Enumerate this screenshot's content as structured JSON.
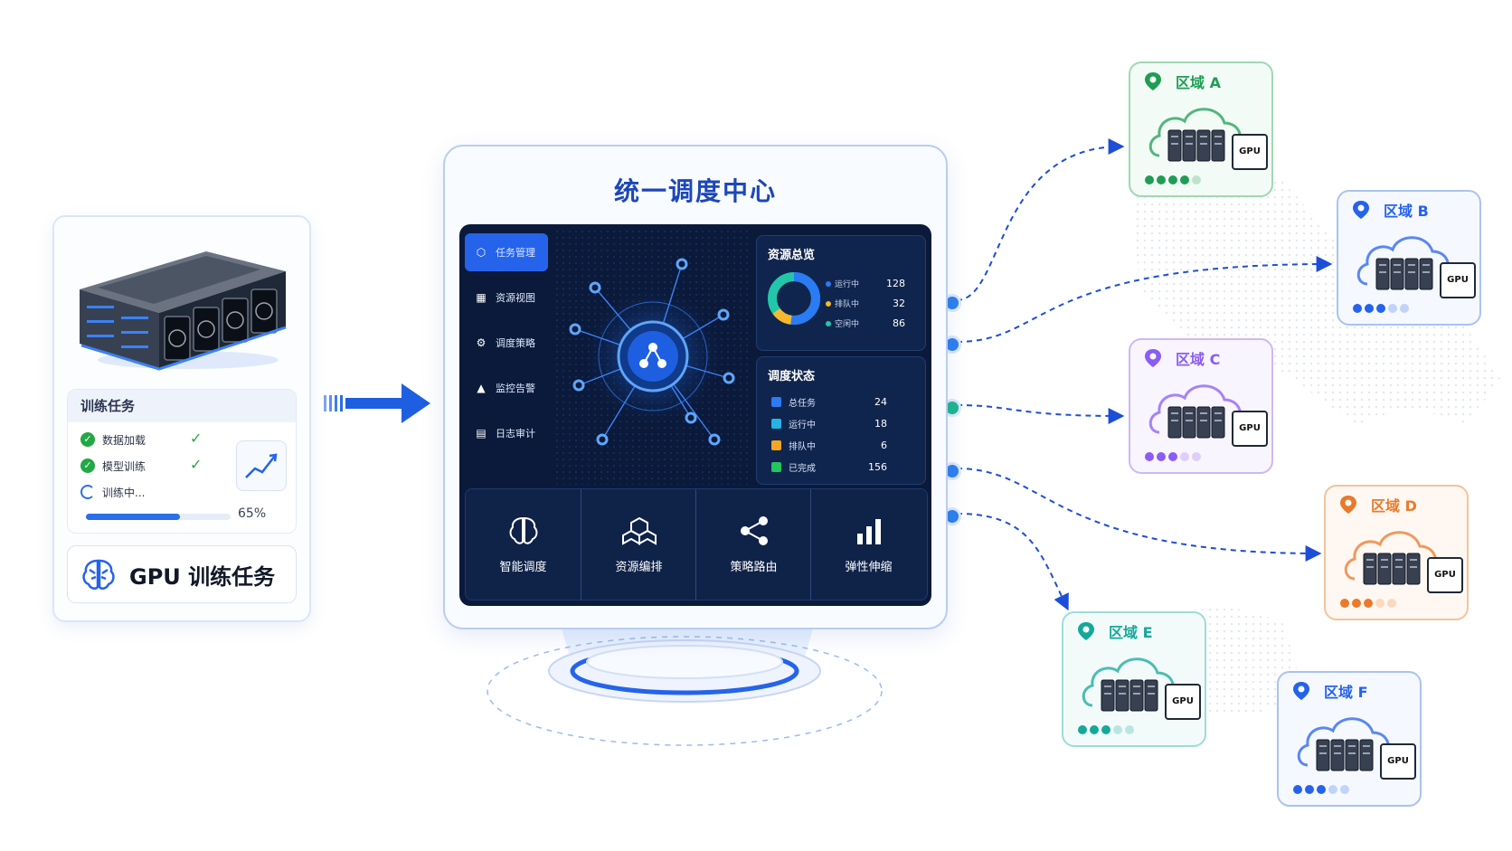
{
  "training_card": {
    "header": "训练任务",
    "steps": [
      {
        "label": "数据加载",
        "status": "done"
      },
      {
        "label": "模型训练",
        "status": "done"
      },
      {
        "label": "训练中...",
        "status": "running"
      }
    ],
    "progress": 0.65,
    "progress_label": "65%",
    "title": "GPU 训练任务"
  },
  "center": {
    "title": "统一调度中心",
    "nav": [
      {
        "label": "任务管理",
        "icon": "cube-icon",
        "active": true
      },
      {
        "label": "资源视图",
        "icon": "boxes-icon",
        "active": false
      },
      {
        "label": "调度策略",
        "icon": "settings-icon",
        "active": false
      },
      {
        "label": "监控告警",
        "icon": "bell-icon",
        "active": false
      },
      {
        "label": "日志审计",
        "icon": "document-icon",
        "active": false
      }
    ],
    "resource_overview": {
      "title": "资源总览",
      "items": [
        {
          "label": "运行中",
          "value": "128",
          "color": "#2a7bf4"
        },
        {
          "label": "排队中",
          "value": "32",
          "color": "#f5b82e"
        },
        {
          "label": "空闲中",
          "value": "86",
          "color": "#22c7a9"
        }
      ]
    },
    "schedule_status": {
      "title": "调度状态",
      "items": [
        {
          "label": "总任务",
          "value": "24",
          "color": "#2a7bf4"
        },
        {
          "label": "运行中",
          "value": "18",
          "color": "#22b5e6"
        },
        {
          "label": "排队中",
          "value": "6",
          "color": "#f5a524"
        },
        {
          "label": "已完成",
          "value": "156",
          "color": "#22c55e"
        }
      ]
    },
    "features": [
      {
        "label": "智能调度",
        "icon": "brain-icon"
      },
      {
        "label": "资源编排",
        "icon": "cubes-icon"
      },
      {
        "label": "策略路由",
        "icon": "share-icon"
      },
      {
        "label": "弹性伸缩",
        "icon": "bar-chart-icon"
      }
    ]
  },
  "regions": [
    {
      "name": "区域 A",
      "color": "#1f9d55",
      "border": "#9fd8b3",
      "bg": "#f3fbf6"
    },
    {
      "name": "区域 B",
      "color": "#2563eb",
      "border": "#a9c3f0",
      "bg": "#f5f8fe"
    },
    {
      "name": "区域 C",
      "color": "#8b5cf6",
      "border": "#cdb9f3",
      "bg": "#f8f5fe"
    },
    {
      "name": "区域 D",
      "color": "#ea7a2a",
      "border": "#f2c39c",
      "bg": "#fff8f2"
    },
    {
      "name": "区域 E",
      "color": "#14a89a",
      "border": "#9fdcd4",
      "bg": "#f2fbfa"
    },
    {
      "name": "区域 F",
      "color": "#2563eb",
      "border": "#a9c3f0",
      "bg": "#f5f8fe"
    }
  ],
  "gpu_chip_label": "GPU"
}
